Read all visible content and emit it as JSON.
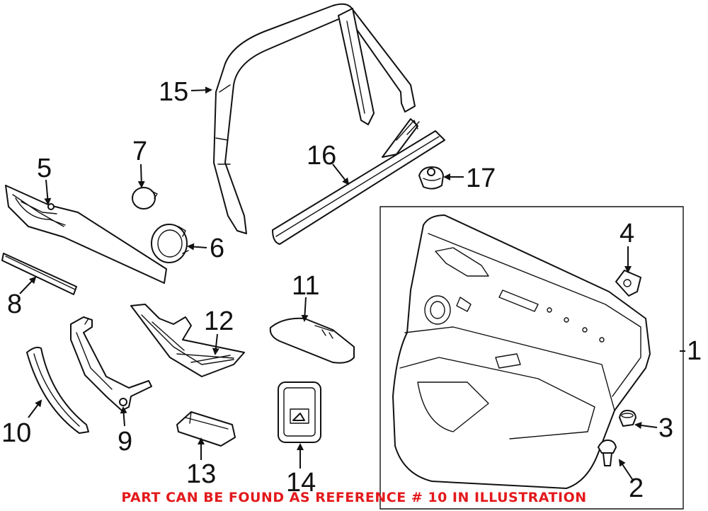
{
  "diagram": {
    "callouts": [
      "1",
      "2",
      "3",
      "4",
      "5",
      "6",
      "7",
      "8",
      "9",
      "10",
      "11",
      "12",
      "13",
      "14",
      "15",
      "16",
      "17"
    ],
    "note": "PART CAN BE FOUND AS REFERENCE # 10 IN ILLUSTRATION",
    "note_color": "#e3191c",
    "line_color": "#111111"
  }
}
